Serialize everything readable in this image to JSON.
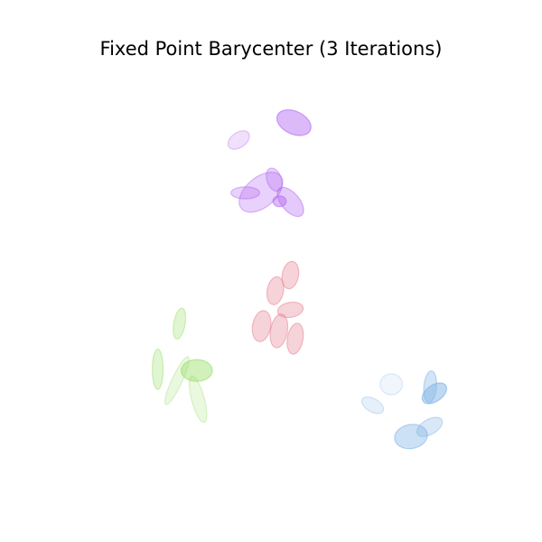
{
  "chart_data": {
    "type": "scatter",
    "title": "Fixed Point Barycenter (3 Iterations)",
    "xlabel": "",
    "ylabel": "",
    "xlim": [
      -3.5,
      3.5
    ],
    "ylim": [
      -3.5,
      3.5
    ],
    "axes_visible": false,
    "grid": false,
    "legend": "none",
    "series": [
      {
        "color": "#b266f2",
        "ellipses": [
          {
            "cx": 0.27,
            "cy": 2.54,
            "w": 0.6,
            "h": 0.38,
            "angle": -25,
            "alpha": 0.45
          },
          {
            "cx": -0.65,
            "cy": 2.25,
            "w": 0.4,
            "h": 0.25,
            "angle": 35,
            "alpha": 0.2
          },
          {
            "cx": -0.28,
            "cy": 1.38,
            "w": 0.85,
            "h": 0.5,
            "angle": 40,
            "alpha": 0.3
          },
          {
            "cx": -0.06,
            "cy": 1.59,
            "w": 0.4,
            "h": 0.24,
            "angle": -70,
            "alpha": 0.3
          },
          {
            "cx": -0.54,
            "cy": 1.37,
            "w": 0.48,
            "h": 0.2,
            "angle": 0,
            "alpha": 0.3
          },
          {
            "cx": 0.21,
            "cy": 1.22,
            "w": 0.58,
            "h": 0.3,
            "angle": -50,
            "alpha": 0.35
          },
          {
            "cx": 0.03,
            "cy": 1.23,
            "w": 0.22,
            "h": 0.18,
            "angle": 0,
            "alpha": 0.45
          }
        ]
      },
      {
        "color": "#e6808f",
        "ellipses": [
          {
            "cx": 0.21,
            "cy": 0.0,
            "w": 0.46,
            "h": 0.27,
            "angle": 80,
            "alpha": 0.35
          },
          {
            "cx": -0.04,
            "cy": -0.26,
            "w": 0.47,
            "h": 0.27,
            "angle": 80,
            "alpha": 0.35
          },
          {
            "cx": 0.21,
            "cy": -0.58,
            "w": 0.43,
            "h": 0.25,
            "angle": 10,
            "alpha": 0.35
          },
          {
            "cx": -0.27,
            "cy": -0.85,
            "w": 0.52,
            "h": 0.3,
            "angle": 80,
            "alpha": 0.35
          },
          {
            "cx": 0.02,
            "cy": -0.93,
            "w": 0.57,
            "h": 0.28,
            "angle": 80,
            "alpha": 0.35
          },
          {
            "cx": 0.29,
            "cy": -1.06,
            "w": 0.52,
            "h": 0.26,
            "angle": 80,
            "alpha": 0.35
          }
        ]
      },
      {
        "color": "#99dd66",
        "ellipses": [
          {
            "cx": -1.64,
            "cy": -0.81,
            "w": 0.52,
            "h": 0.19,
            "angle": 80,
            "alpha": 0.3
          },
          {
            "cx": -2.0,
            "cy": -1.57,
            "w": 0.67,
            "h": 0.18,
            "angle": 90,
            "alpha": 0.3
          },
          {
            "cx": -1.68,
            "cy": -1.76,
            "w": 0.88,
            "h": 0.17,
            "angle": 65,
            "alpha": 0.2
          },
          {
            "cx": -1.35,
            "cy": -1.59,
            "w": 0.52,
            "h": 0.36,
            "angle": 0,
            "alpha": 0.45
          },
          {
            "cx": -1.33,
            "cy": -2.07,
            "w": 0.8,
            "h": 0.21,
            "angle": 105,
            "alpha": 0.2
          }
        ]
      },
      {
        "color": "#80b3e6",
        "ellipses": [
          {
            "cx": 1.89,
            "cy": -1.82,
            "w": 0.37,
            "h": 0.35,
            "angle": 0,
            "alpha": 0.12
          },
          {
            "cx": 1.58,
            "cy": -2.17,
            "w": 0.4,
            "h": 0.22,
            "angle": -30,
            "alpha": 0.2
          },
          {
            "cx": 2.54,
            "cy": -1.86,
            "w": 0.53,
            "h": 0.21,
            "angle": 85,
            "alpha": 0.35
          },
          {
            "cx": 2.61,
            "cy": -1.97,
            "w": 0.46,
            "h": 0.27,
            "angle": 35,
            "alpha": 0.5
          },
          {
            "cx": 2.22,
            "cy": -2.69,
            "w": 0.55,
            "h": 0.4,
            "angle": 10,
            "alpha": 0.4
          },
          {
            "cx": 2.53,
            "cy": -2.53,
            "w": 0.47,
            "h": 0.25,
            "angle": 30,
            "alpha": 0.3
          }
        ]
      }
    ]
  }
}
